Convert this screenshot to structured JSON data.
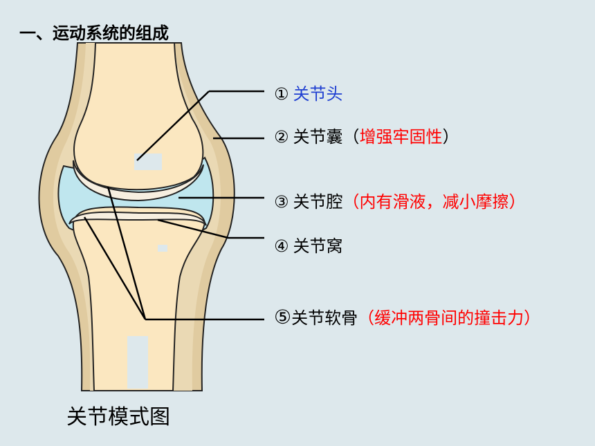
{
  "page": {
    "title": "一、运动系统的组成",
    "caption": "关节模式图"
  },
  "labels": [
    {
      "num": "①",
      "name": "关节头",
      "note_open": "",
      "note": "",
      "note_close": ""
    },
    {
      "num": "②",
      "name": "关节囊",
      "note_open": "（",
      "note": "增强牢固性",
      "note_close": "）"
    },
    {
      "num": "③",
      "name": "关节腔",
      "note_open": "（",
      "note": "内有滑液，减小摩擦",
      "note_close": "）"
    },
    {
      "num": "④",
      "name": "关节窝",
      "note_open": "",
      "note": "",
      "note_close": ""
    },
    {
      "num": "⑤",
      "name": "关节软骨",
      "note_open": "（",
      "note": "缓冲两骨间的撞击力",
      "note_close": "）"
    }
  ],
  "colors": {
    "background": "#dde8ec",
    "bone": "#fbe7c0",
    "capsule": "#e0cba0",
    "cavity": "#bfe6ee",
    "highlight_red": "#ff0000",
    "highlight_blue": "#1f3fd1"
  }
}
